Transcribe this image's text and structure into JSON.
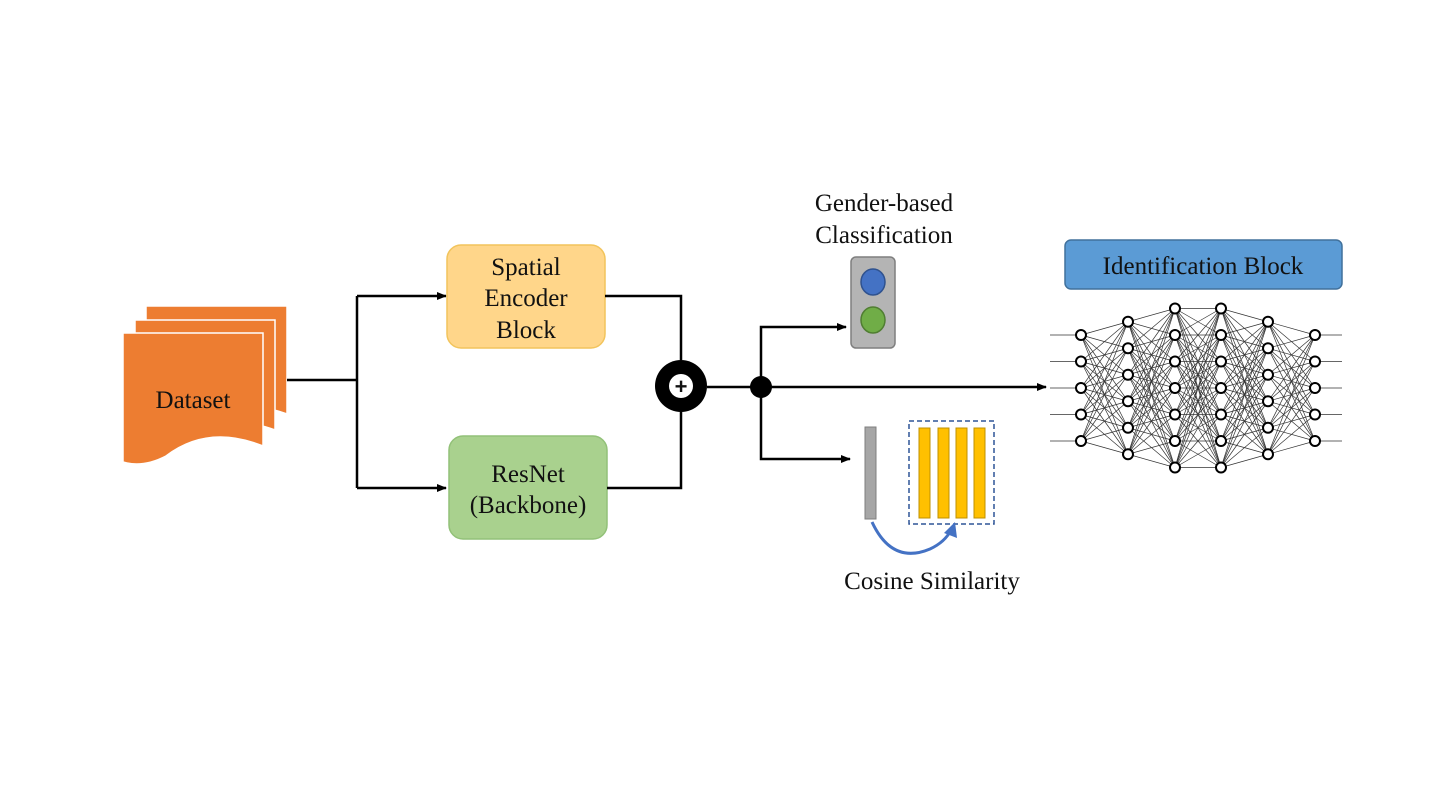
{
  "dataset": {
    "label": "Dataset",
    "color": "#ed7d31"
  },
  "spatial_encoder": {
    "lines": [
      "Spatial",
      "Encoder",
      "Block"
    ],
    "color": "#ffd68a"
  },
  "resnet": {
    "lines": [
      "ResNet",
      "(Backbone)"
    ],
    "color": "#a9d18e"
  },
  "fusion": {
    "symbol": "+"
  },
  "gender": {
    "lines": [
      "Gender-based",
      "Classification"
    ],
    "color_a": "#4472c4",
    "color_b": "#70ad47"
  },
  "cosine": {
    "label": "Cosine Similarity",
    "bar_color": "#ffc000",
    "arc_color": "#4472c4"
  },
  "identification": {
    "label": "Identification Block",
    "color": "#5b9bd5"
  },
  "network": {
    "layer_sizes": [
      5,
      6,
      7,
      7,
      6,
      5
    ]
  }
}
